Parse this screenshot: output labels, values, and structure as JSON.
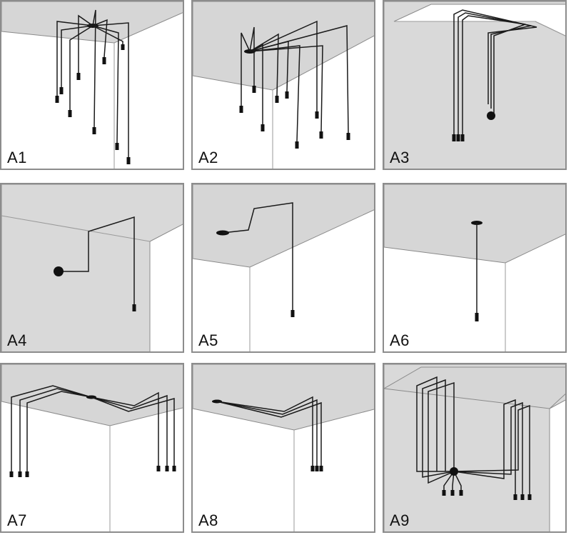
{
  "panels": [
    {
      "id": "A1",
      "label": "A1"
    },
    {
      "id": "A2",
      "label": "A2"
    },
    {
      "id": "A3",
      "label": "A3"
    },
    {
      "id": "A4",
      "label": "A4"
    },
    {
      "id": "A5",
      "label": "A5"
    },
    {
      "id": "A6",
      "label": "A6"
    },
    {
      "id": "A7",
      "label": "A7"
    },
    {
      "id": "A8",
      "label": "A8"
    },
    {
      "id": "A9",
      "label": "A9"
    }
  ],
  "colors": {
    "border": "#8c8c8c",
    "ceiling": "#d6d6d6",
    "wire": "#1a1a1a",
    "label": "#111111"
  }
}
